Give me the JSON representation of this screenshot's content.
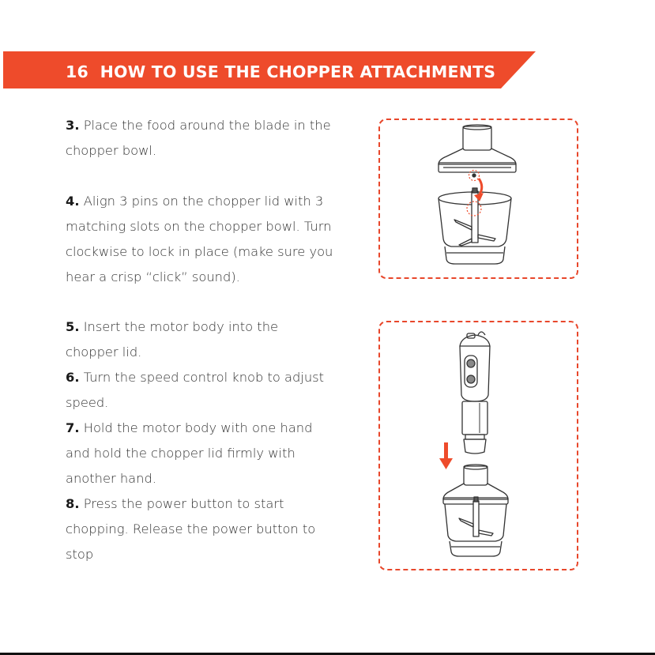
{
  "header": {
    "page_number": "16",
    "title": "HOW TO USE THE CHOPPER ATTACHMENTS",
    "color": "#EE4B2B"
  },
  "steps": [
    {
      "num": "3.",
      "text": "Place the food around the blade in the chopper bowl."
    },
    {
      "num": "4.",
      "text": "Align 3 pins on the chopper lid with 3 matching slots on the chopper bowl. Turn clockwise to lock in place (make sure you hear a crisp “click” sound)."
    },
    {
      "num": "5.",
      "text": "Insert the motor body into the chopper lid."
    },
    {
      "num": "6.",
      "text": "Turn the speed control knob to adjust speed."
    },
    {
      "num": "7.",
      "text": "Hold the motor body with one hand and hold the chopper lid firmly with another hand."
    },
    {
      "num": "8.",
      "text": "Press the power button to start chopping. Release the power button to stop"
    }
  ],
  "illustrations": {
    "top": "chopper-lid-and-bowl",
    "bottom": "motor-body-into-chopper",
    "accent_color": "#EE4B2B",
    "line_color": "#333333"
  }
}
